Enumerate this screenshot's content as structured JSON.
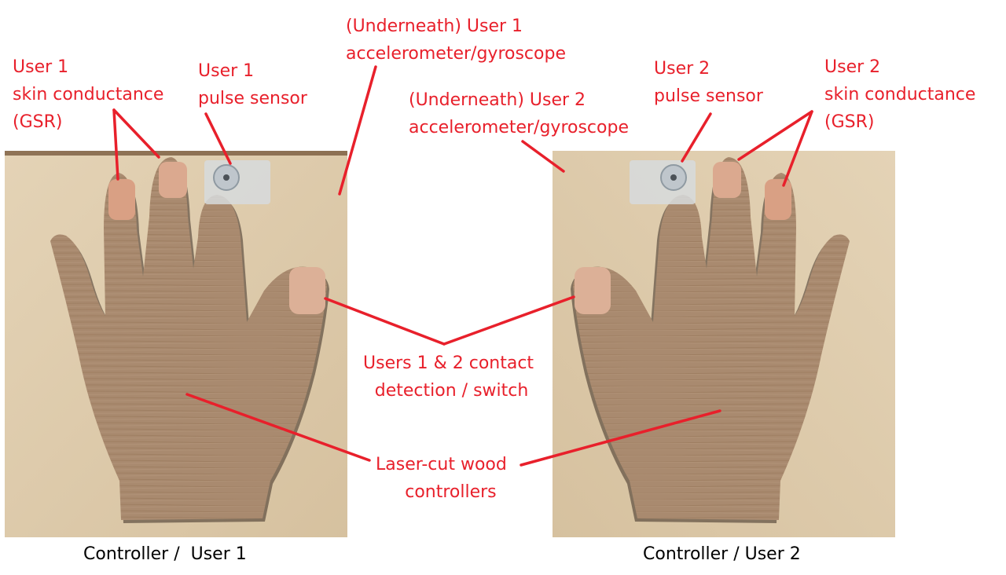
{
  "labels": {
    "user1_gsr": [
      "User 1",
      "skin conductance",
      "(GSR)"
    ],
    "user1_pulse": [
      "User 1",
      "pulse sensor"
    ],
    "user1_accel": [
      "(Underneath) User 1",
      "accelerometer/gyroscope"
    ],
    "user2_accel": [
      "(Underneath) User 2",
      "accelerometer/gyroscope"
    ],
    "user2_pulse": [
      "User 2",
      "pulse sensor"
    ],
    "user2_gsr": [
      "User 2",
      "skin conductance",
      "(GSR)"
    ],
    "contact": [
      "Users 1 & 2 contact",
      "detection / switch"
    ],
    "controllers": [
      "Laser-cut wood",
      "controllers"
    ]
  },
  "captions": {
    "left": "Controller /  User 1",
    "right": "Controller / User 2"
  },
  "colors": {
    "annotation": "#e8202b",
    "board": "#ddc9a9",
    "hand": "#a88a70",
    "copper": "#d9a084",
    "sensor": "#c9cfd3",
    "caption": "#000000"
  }
}
